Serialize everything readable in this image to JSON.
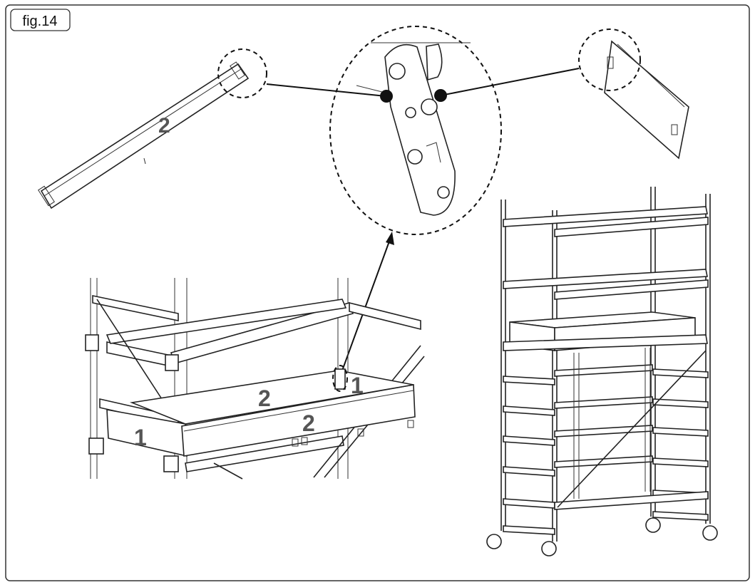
{
  "figure": {
    "label": "fig.14",
    "callouts": {
      "toe_board_end": "1",
      "toe_board_side": "2",
      "detached_board": "2",
      "front_board_a": "2",
      "end_board_b": "1"
    }
  },
  "colors": {
    "line": "#222222",
    "label": "#555555",
    "frame": "#333333"
  }
}
